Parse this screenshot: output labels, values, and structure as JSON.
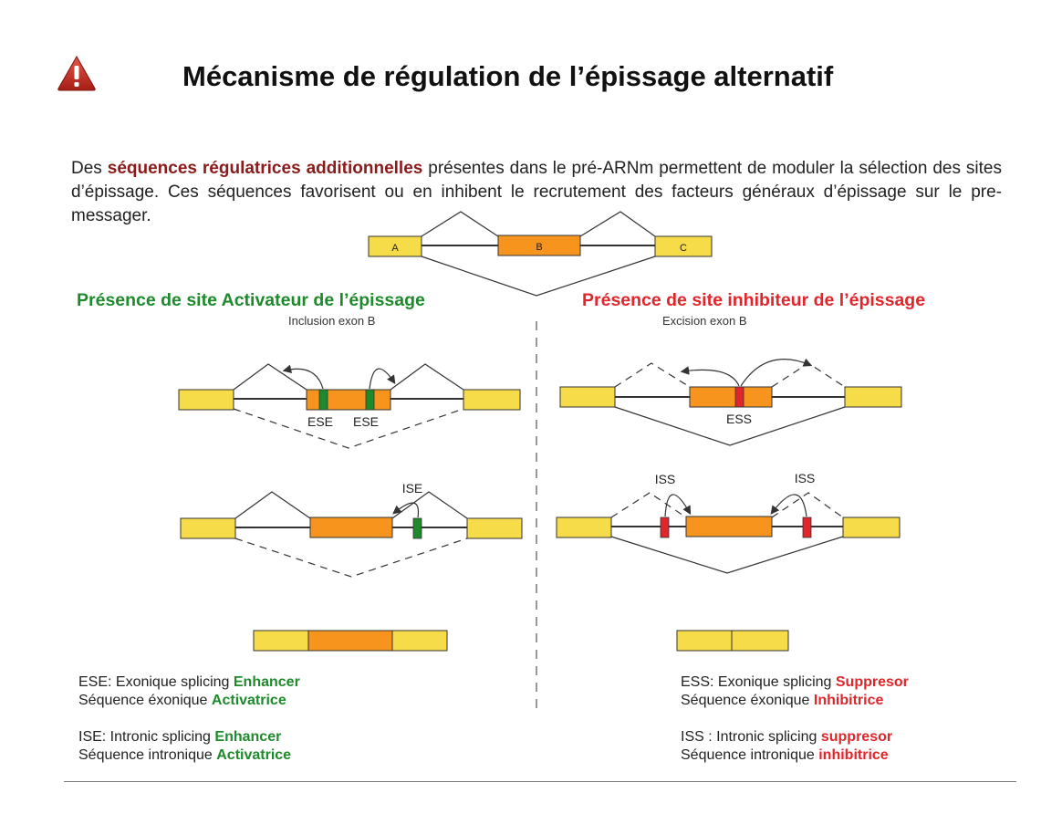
{
  "title": "Mécanisme de régulation de l’épissage alternatif",
  "intro": {
    "prefix": "Des ",
    "highlight": "séquences régulatrices additionnelles",
    "rest": " présentes dans le pré-ARNm permettent de moduler la sélection des sites d’épissage. Ces séquences favorisent ou en inhibent le recrutement des facteurs généraux d’épissage sur le pre-messager."
  },
  "top_diagram": {
    "exon_a": "A",
    "exon_b": "B",
    "exon_c": "C"
  },
  "left": {
    "heading": "Présence de site Activateur de l’épissage",
    "subheading": "Inclusion exon B",
    "ese_label_1": "ESE",
    "ese_label_2": "ESE",
    "ise_label": "ISE",
    "legend": {
      "line1_prefix": "ESE: Exonique splicing ",
      "line1_term": "Enhancer",
      "line2_prefix": "Séquence éxonique ",
      "line2_term": "Activatrice",
      "line3_prefix": "ISE: Intronic splicing ",
      "line3_term": "Enhancer",
      "line4_prefix": "Séquence intronique ",
      "line4_term": "Activatrice"
    }
  },
  "right": {
    "heading": "Présence de site inhibiteur de l’épissage",
    "subheading": "Excision exon B",
    "ess_label": "ESS",
    "iss_label_1": "ISS",
    "iss_label_2": "ISS",
    "legend": {
      "line1_prefix": "ESS: Exonique splicing ",
      "line1_term": "Suppresor",
      "line2_prefix": "Séquence éxonique ",
      "line2_term": "Inhibitrice",
      "line3_prefix": "ISS : Intronic splicing ",
      "line3_term": "suppresor",
      "line4_prefix": "Séquence intronique ",
      "line4_term": "inhibitrice"
    }
  },
  "colors": {
    "exon_yellow": "#f7dc49",
    "exon_orange": "#f7941d",
    "enhancer_green": "#1e8a2c",
    "silencer_red": "#e0262b",
    "title_highlight": "#8b1a1a"
  },
  "icons": {
    "warning": "warning-triangle-icon"
  }
}
